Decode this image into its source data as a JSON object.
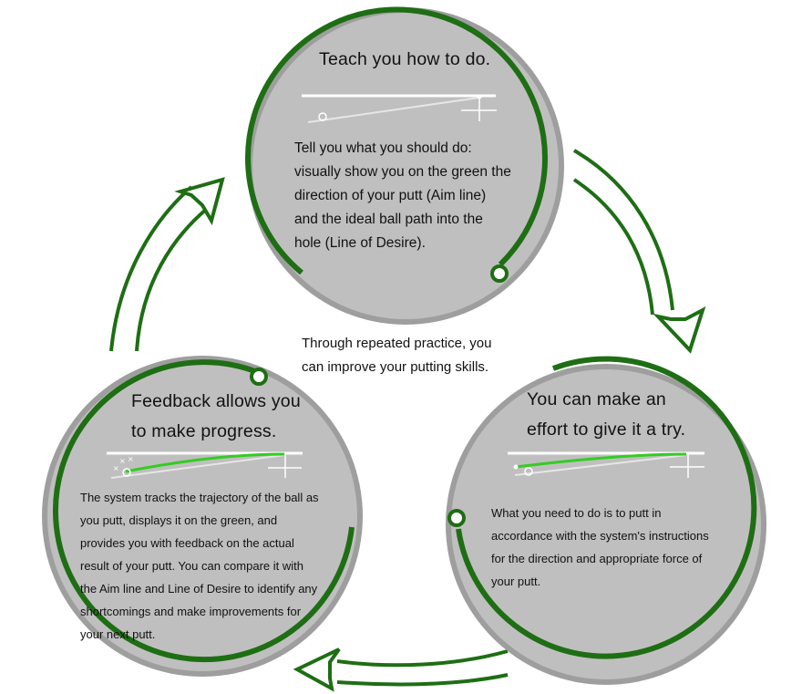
{
  "center_note": {
    "line1": "Through repeated practice, you",
    "line2": "can improve your putting skills."
  },
  "steps": [
    {
      "title_lines": [
        "Teach you how to do."
      ],
      "body_lines": [
        "Tell you what you should do:",
        "visually show you on the green the",
        "direction of your putt (Aim line)",
        "and the ideal ball path into the",
        "hole (Line of Desire)."
      ]
    },
    {
      "title_lines": [
        "You can make an",
        "effort to give it a try."
      ],
      "body_lines": [
        "What you need to do is to putt in",
        "accordance with the system's instructions",
        "for the direction and appropriate force of",
        "your putt."
      ]
    },
    {
      "title_lines": [
        "Feedback allows you",
        "to make progress."
      ],
      "body_lines": [
        "The system tracks the trajectory of the ball as",
        "you putt, displays it on the green, and",
        "provides you with feedback on the actual",
        "result of your putt. You can compare it with",
        "the Aim line and Line of Desire to identify any",
        "shortcomings and make improvements for",
        "your next putt."
      ]
    }
  ],
  "colors": {
    "circle_fill": "#c0bfbf",
    "circle_rim": "#9e9e9e",
    "ring_green": "#1e6e14",
    "trajectory_green": "#33cc22",
    "arrow_outline": "#1e6e14"
  }
}
